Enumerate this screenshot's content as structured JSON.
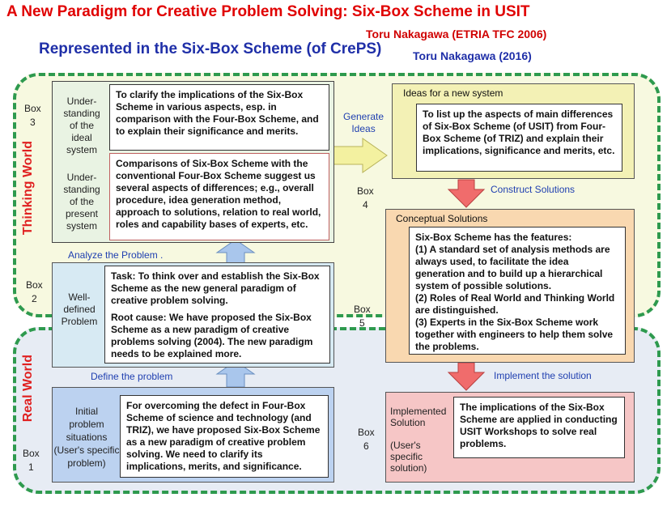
{
  "title": "A New Paradigm for Creative Problem Solving: Six-Box Scheme in USIT",
  "author1": "Toru Nakagawa (ETRIA TFC 2006)",
  "subtitle": "Represented in the Six-Box Scheme (of CrePS)",
  "author2": "Toru Nakagawa (2016)",
  "regions": {
    "thinking": "Thinking World",
    "real": "Real World"
  },
  "box3": {
    "label": "Box\n3",
    "ideal_label": "Under-\nstanding\nof the\nideal\nsystem",
    "present_label": "Under-\nstanding\nof the\npresent\nsystem",
    "ideal_text": "To clarify the implications of the Six-Box Scheme in various aspects, esp. in comparison with the Four-Box Scheme, and to explain their significance and merits.",
    "present_text": "Comparisons of Six-Box Scheme with the conventional Four-Box Scheme suggest us several aspects of differences; e.g., overall procedure,  idea generation method, approach to solutions, relation to real world, roles and capability bases of experts, etc."
  },
  "box2": {
    "label": "Box\n2",
    "inner_label": "Well-\ndefined\nProblem",
    "task": "Task:  To think over and establish the Six-Box Scheme as the new general paradigm of creative problem solving.",
    "root": "Root cause:  We have proposed the Six-Box Scheme as a new paradigm of creative problems solving (2004).  The new paradigm needs to be explained more."
  },
  "box1": {
    "label": "Box\n1",
    "inner_label": "Initial\nproblem\nsituations\n(User's specific\nproblem)",
    "text": "For overcoming the defect in Four-Box Scheme of science and technology (and TRIZ), we have proposed Six-Box Scheme as a new paradigm of creative problem solving.  We need to clarify its implications, merits, and significance."
  },
  "box4": {
    "label": "Box\n4",
    "header": "Ideas for a new system",
    "text": "To list up the aspects of main differences of Six-Box Scheme (of USIT) from Four-Box Scheme (of TRIZ) and explain their implications, significance and merits, etc."
  },
  "box5": {
    "label": "Box\n5",
    "header": "Conceptual Solutions",
    "text": "Six-Box Scheme has the features:\n(1) A standard set of analysis methods are always used, to facilitate the idea generation and to build up a hierarchical system of possible solutions.\n(2) Roles of Real World and Thinking World are distinguished.\n(3) Experts in the Six-Box Scheme work together with engineers to help them solve the problems."
  },
  "box6": {
    "label": "Box\n6",
    "inner_label": "Implemented\nSolution\n\n(User's\nspecific\nsolution)",
    "text": "The implications of the Six-Box Scheme are applied in conducting USIT Workshops to solve real problems."
  },
  "arrows": {
    "define": "Define the problem",
    "analyze": "Analyze the Problem .",
    "generate": "Generate\nIdeas",
    "construct": "Construct Solutions",
    "implement": "Implement  the solution"
  }
}
